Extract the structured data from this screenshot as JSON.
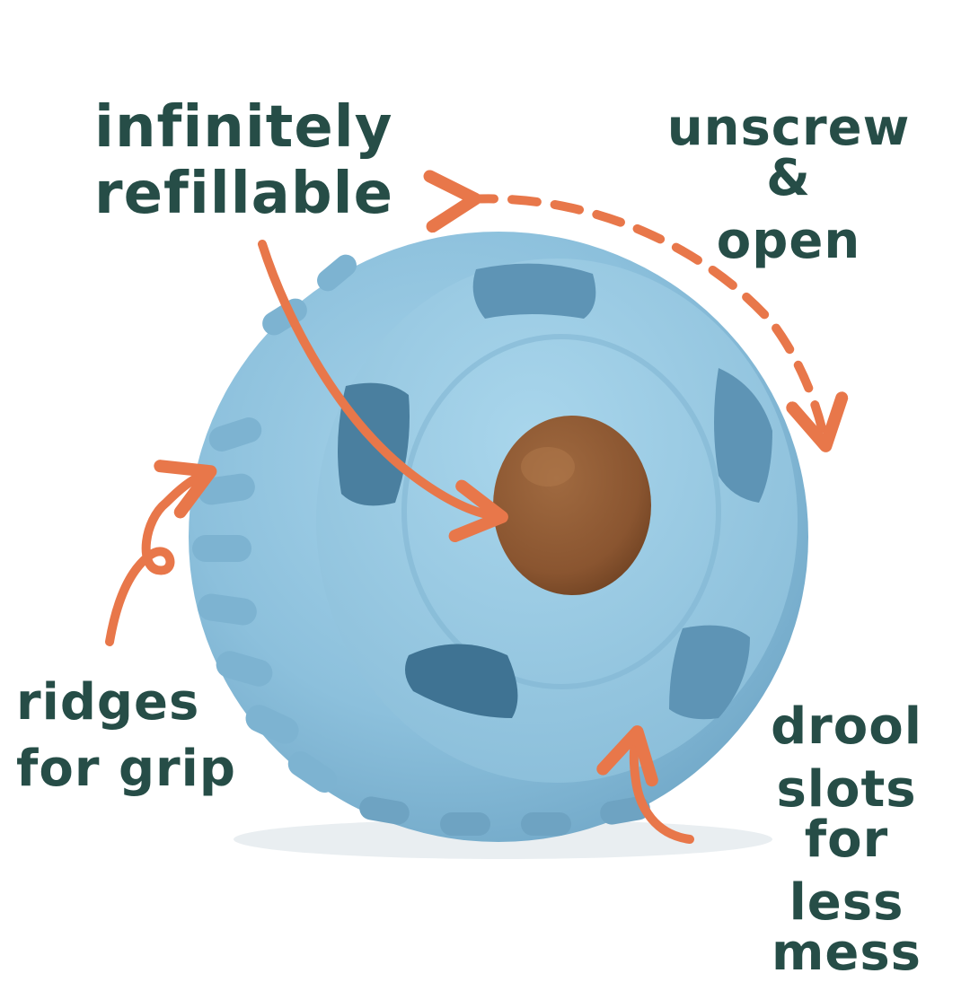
{
  "annotations": {
    "refillable": {
      "lines": [
        "infinitely",
        "refillable"
      ]
    },
    "unscrew": {
      "lines": [
        "unscrew &",
        "open"
      ]
    },
    "ridges": {
      "lines": [
        "ridges",
        "for grip"
      ]
    },
    "drool": {
      "lines": [
        "drool",
        "slots for",
        "less mess"
      ]
    }
  },
  "colors": {
    "text": "#264d47",
    "arrow": "#e8774a",
    "ball": "#8cc0dc",
    "treat": "#8a5530",
    "background": "#ffffff"
  }
}
